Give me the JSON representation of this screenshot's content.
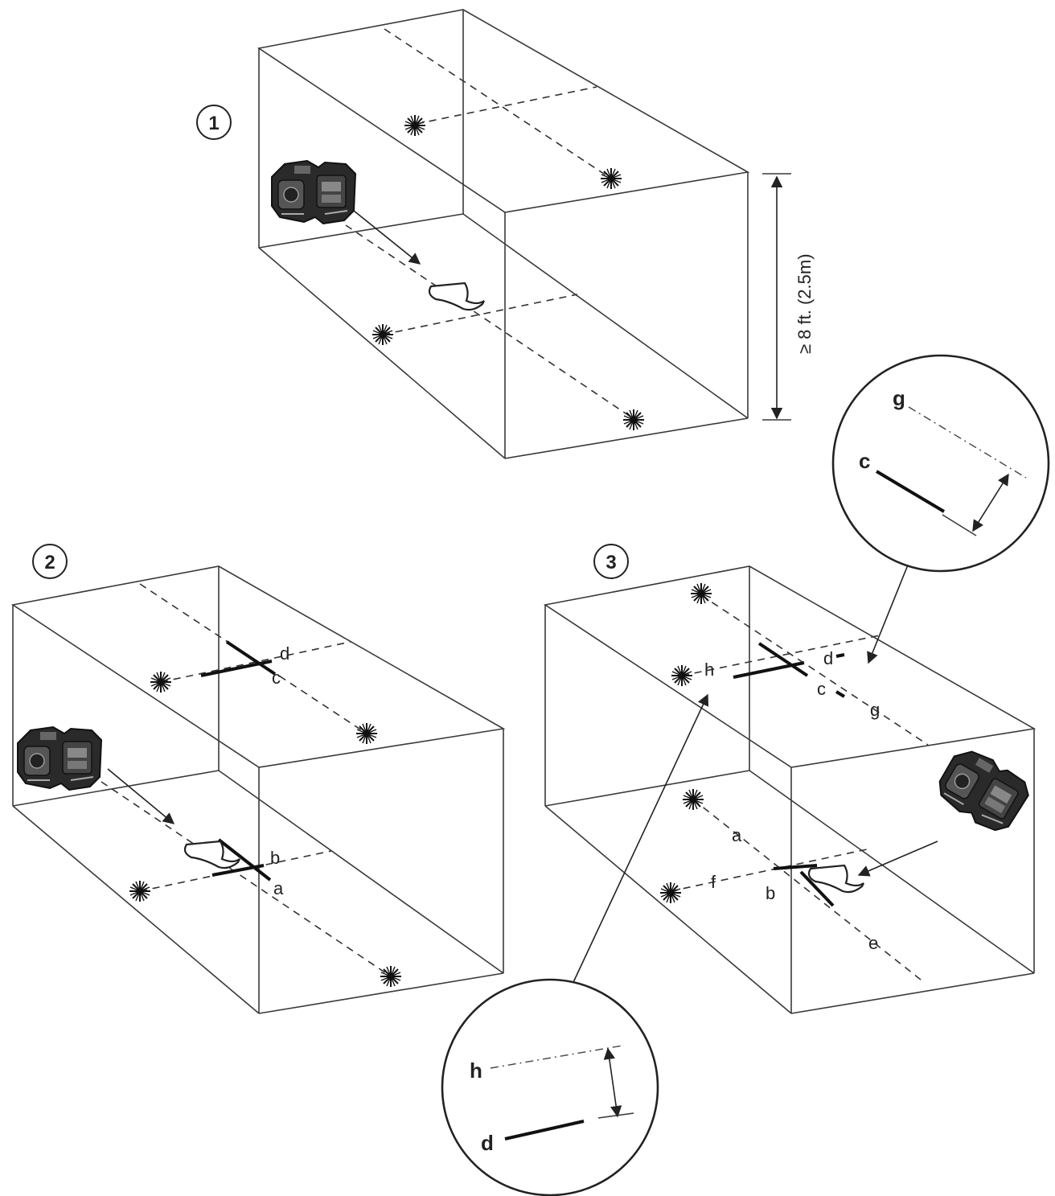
{
  "steps": [
    {
      "number": "1"
    },
    {
      "number": "2"
    },
    {
      "number": "3"
    }
  ],
  "dimension": {
    "text": "≥ 8 ft. (2.5m)"
  },
  "labels": {
    "a": "a",
    "b": "b",
    "c": "c",
    "d": "d",
    "e": "e",
    "f": "f",
    "g": "g",
    "h": "h"
  },
  "icons": {
    "laser": "laser-level-icon",
    "target": "floor-target-plate-icon",
    "spot": "laser-spot-icon"
  },
  "colors": {
    "ink": "#222222",
    "background": "#ffffff"
  }
}
